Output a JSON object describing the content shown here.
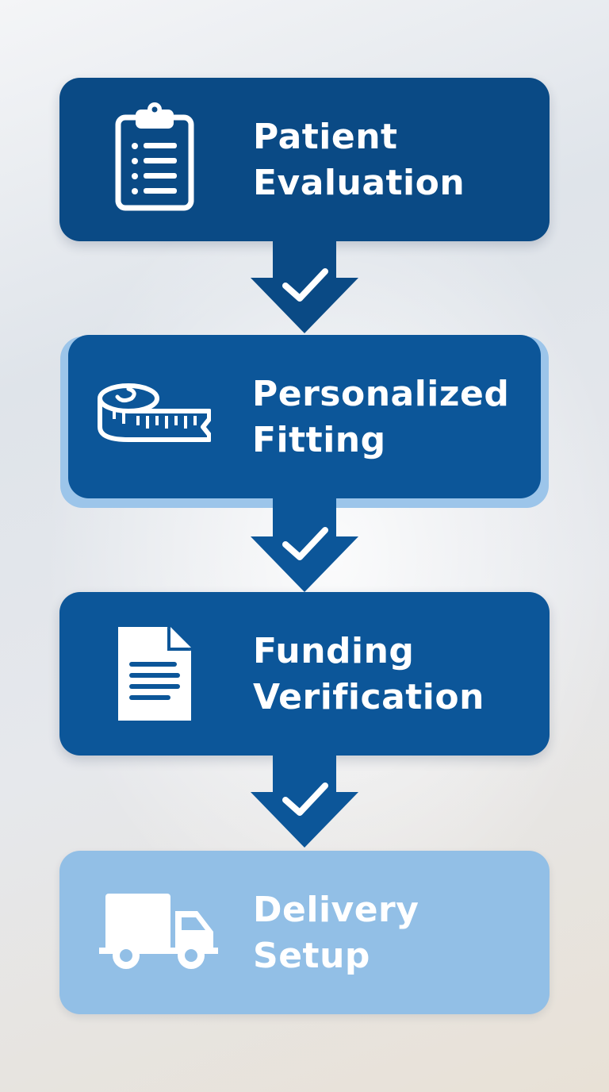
{
  "colors": {
    "step_dark": "#0a4a85",
    "step_mid": "#0c5699",
    "step_pending": "#92bfe6",
    "highlight_outline": "#9cc5ea",
    "text": "#ffffff"
  },
  "steps": [
    {
      "line1": "Patient",
      "line2": "Evaluation",
      "icon": "clipboard-checklist-icon",
      "status": "complete"
    },
    {
      "line1": "Personalized",
      "line2": "Fitting",
      "icon": "measuring-tape-icon",
      "status": "complete"
    },
    {
      "line1": "Funding",
      "line2": "Verification",
      "icon": "document-icon",
      "status": "complete"
    },
    {
      "line1": "Delivery",
      "line2": "Setup",
      "icon": "delivery-truck-icon",
      "status": "pending"
    }
  ],
  "connectors": [
    {
      "icon": "checkmark-icon",
      "status": "done"
    },
    {
      "icon": "checkmark-icon",
      "status": "done"
    },
    {
      "icon": "checkmark-icon",
      "status": "done"
    }
  ]
}
